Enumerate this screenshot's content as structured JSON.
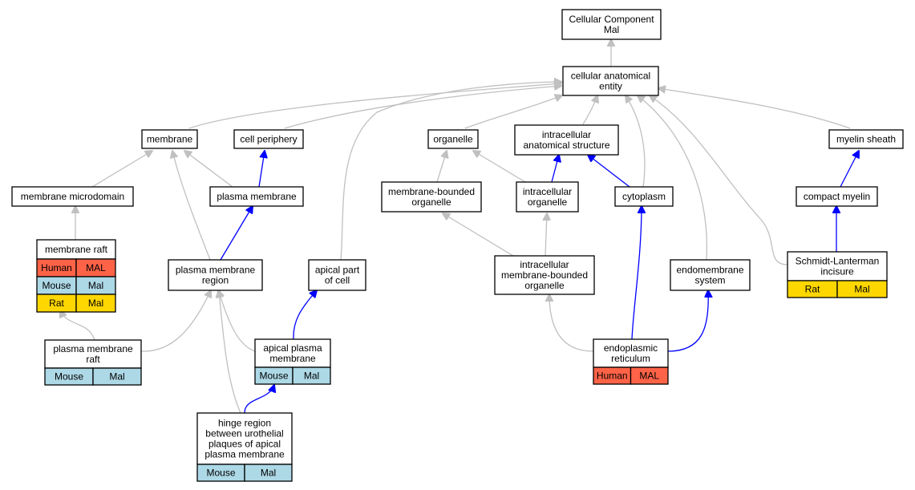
{
  "colors": {
    "human": "#ff6347",
    "mouse": "#add8e6",
    "rat": "#ffd700",
    "is_a_edge": "#c0c0c0",
    "part_of_edge": "#0000ff"
  },
  "nodes": {
    "cellular_component": [
      "Cellular Component",
      "Mal"
    ],
    "cellular_anatomical_entity": [
      "cellular anatomical",
      "entity"
    ],
    "membrane": [
      "membrane"
    ],
    "cell_periphery": [
      "cell periphery"
    ],
    "organelle": [
      "organelle"
    ],
    "intracellular_anatomical_structure": [
      "intracellular",
      "anatomical structure"
    ],
    "myelin_sheath": [
      "myelin sheath"
    ],
    "membrane_microdomain": [
      "membrane microdomain"
    ],
    "plasma_membrane": [
      "plasma membrane"
    ],
    "membrane_bounded_organelle": [
      "membrane-bounded",
      "organelle"
    ],
    "intracellular_organelle": [
      "intracellular",
      "organelle"
    ],
    "cytoplasm": [
      "cytoplasm"
    ],
    "compact_myelin": [
      "compact myelin"
    ],
    "membrane_raft": [
      "membrane raft"
    ],
    "plasma_membrane_region": [
      "plasma membrane",
      "region"
    ],
    "apical_part_of_cell": [
      "apical part",
      "of cell"
    ],
    "intracellular_membrane_bounded_organelle": [
      "intracellular",
      "membrane-bounded",
      "organelle"
    ],
    "endomembrane_system": [
      "endomembrane",
      "system"
    ],
    "schmidt_lanterman_incisure": [
      "Schmidt-Lanterman",
      "incisure"
    ],
    "plasma_membrane_raft": [
      "plasma membrane",
      "raft"
    ],
    "apical_plasma_membrane": [
      "apical plasma",
      "membrane"
    ],
    "endoplasmic_reticulum": [
      "endoplasmic",
      "reticulum"
    ],
    "hinge_region": [
      "hinge region",
      "between urothelial",
      "plaques of apical",
      "plasma membrane"
    ]
  },
  "annotations": {
    "membrane_raft": [
      {
        "species": "Human",
        "gene": "MAL"
      },
      {
        "species": "Mouse",
        "gene": "Mal"
      },
      {
        "species": "Rat",
        "gene": "Mal"
      }
    ],
    "schmidt_lanterman_incisure": [
      {
        "species": "Rat",
        "gene": "Mal"
      }
    ],
    "plasma_membrane_raft": [
      {
        "species": "Mouse",
        "gene": "Mal"
      }
    ],
    "apical_plasma_membrane": [
      {
        "species": "Mouse",
        "gene": "Mal"
      }
    ],
    "endoplasmic_reticulum": [
      {
        "species": "Human",
        "gene": "MAL"
      }
    ],
    "hinge_region": [
      {
        "species": "Mouse",
        "gene": "Mal"
      }
    ]
  },
  "edges": [
    {
      "from": "cellular_anatomical_entity",
      "to": "cellular_component",
      "type": "is_a"
    },
    {
      "from": "membrane",
      "to": "cellular_anatomical_entity",
      "type": "is_a"
    },
    {
      "from": "cell_periphery",
      "to": "cellular_anatomical_entity",
      "type": "is_a"
    },
    {
      "from": "organelle",
      "to": "cellular_anatomical_entity",
      "type": "is_a"
    },
    {
      "from": "intracellular_anatomical_structure",
      "to": "cellular_anatomical_entity",
      "type": "is_a"
    },
    {
      "from": "myelin_sheath",
      "to": "cellular_anatomical_entity",
      "type": "is_a"
    },
    {
      "from": "membrane_microdomain",
      "to": "membrane",
      "type": "is_a"
    },
    {
      "from": "plasma_membrane",
      "to": "membrane",
      "type": "is_a"
    },
    {
      "from": "plasma_membrane",
      "to": "cell_periphery",
      "type": "part_of"
    },
    {
      "from": "membrane_bounded_organelle",
      "to": "organelle",
      "type": "is_a"
    },
    {
      "from": "intracellular_organelle",
      "to": "organelle",
      "type": "is_a"
    },
    {
      "from": "intracellular_organelle",
      "to": "intracellular_anatomical_structure",
      "type": "part_of"
    },
    {
      "from": "cytoplasm",
      "to": "intracellular_anatomical_structure",
      "type": "part_of"
    },
    {
      "from": "cytoplasm",
      "to": "cellular_anatomical_entity",
      "type": "is_a"
    },
    {
      "from": "compact_myelin",
      "to": "myelin_sheath",
      "type": "part_of"
    },
    {
      "from": "membrane_raft",
      "to": "membrane_microdomain",
      "type": "is_a"
    },
    {
      "from": "plasma_membrane_region",
      "to": "membrane",
      "type": "is_a"
    },
    {
      "from": "plasma_membrane_region",
      "to": "plasma_membrane",
      "type": "part_of"
    },
    {
      "from": "apical_part_of_cell",
      "to": "cellular_anatomical_entity",
      "type": "is_a"
    },
    {
      "from": "intracellular_membrane_bounded_organelle",
      "to": "membrane_bounded_organelle",
      "type": "is_a"
    },
    {
      "from": "intracellular_membrane_bounded_organelle",
      "to": "intracellular_organelle",
      "type": "is_a"
    },
    {
      "from": "endomembrane_system",
      "to": "cellular_anatomical_entity",
      "type": "is_a"
    },
    {
      "from": "schmidt_lanterman_incisure",
      "to": "compact_myelin",
      "type": "part_of"
    },
    {
      "from": "schmidt_lanterman_incisure",
      "to": "cellular_anatomical_entity",
      "type": "is_a"
    },
    {
      "from": "plasma_membrane_raft",
      "to": "membrane_raft",
      "type": "is_a"
    },
    {
      "from": "plasma_membrane_raft",
      "to": "plasma_membrane_region",
      "type": "is_a"
    },
    {
      "from": "apical_plasma_membrane",
      "to": "plasma_membrane_region",
      "type": "is_a"
    },
    {
      "from": "apical_plasma_membrane",
      "to": "apical_part_of_cell",
      "type": "part_of"
    },
    {
      "from": "endoplasmic_reticulum",
      "to": "intracellular_membrane_bounded_organelle",
      "type": "is_a"
    },
    {
      "from": "endoplasmic_reticulum",
      "to": "cytoplasm",
      "type": "part_of"
    },
    {
      "from": "endoplasmic_reticulum",
      "to": "endomembrane_system",
      "type": "part_of"
    },
    {
      "from": "hinge_region",
      "to": "apical_plasma_membrane",
      "type": "part_of"
    },
    {
      "from": "hinge_region",
      "to": "plasma_membrane_region",
      "type": "is_a"
    }
  ]
}
